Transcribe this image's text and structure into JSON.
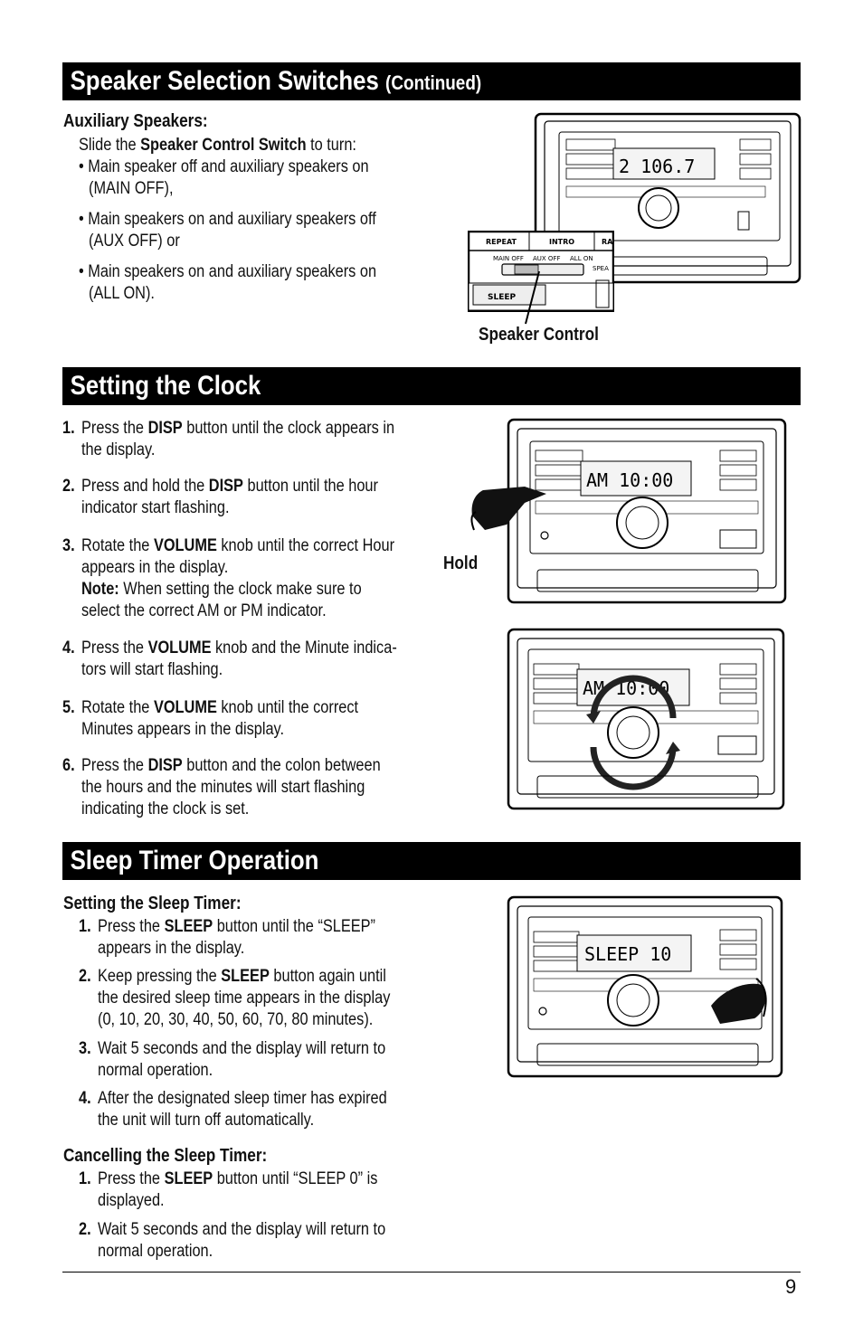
{
  "sections": {
    "speaker": {
      "title": "Speaker Selection Switches",
      "title_suffix": "(Continued)"
    },
    "clock": {
      "title": "Setting the Clock"
    },
    "sleep": {
      "title": "Sleep Timer Operation"
    }
  },
  "aux": {
    "heading": "Auxiliary Speakers:",
    "intro_pre": "Slide the ",
    "intro_bold": "Speaker Control Switch",
    "intro_post": " to turn:",
    "bullets": [
      [
        "• Main speaker off and auxiliary speakers on",
        "(MAIN OFF),"
      ],
      [
        "• Main speakers on and auxiliary speakers off",
        "(AUX OFF) or"
      ],
      [
        "• Main speakers on and auxiliary speakers on",
        "(ALL ON)."
      ]
    ],
    "callout": "Speaker Control",
    "inset": {
      "repeat": "REPEAT",
      "intro": "INTRO",
      "ra": "RA",
      "main_off": "MAIN OFF",
      "aux_off": "AUX OFF",
      "all_on": "ALL ON",
      "spea": "SPEA",
      "sleep": "SLEEP"
    }
  },
  "clock_steps": [
    {
      "num": "1.",
      "lines": [
        [
          "Press the ",
          "DISP",
          " button until the clock appears in"
        ],
        [
          "the display."
        ]
      ]
    },
    {
      "num": "2.",
      "lines": [
        [
          "Press and hold the ",
          "DISP",
          " button until the hour"
        ],
        [
          "indicator start flashing."
        ]
      ]
    },
    {
      "num": "3.",
      "lines": [
        [
          "Rotate the ",
          "VOLUME",
          " knob until the correct Hour"
        ],
        [
          "appears in the display."
        ],
        [
          "",
          "Note:",
          " When setting the clock make sure to"
        ],
        [
          "select the correct AM or PM indicator."
        ]
      ]
    },
    {
      "num": "4.",
      "lines": [
        [
          "Press the ",
          "VOLUME",
          " knob and the Minute indica-"
        ],
        [
          "tors will start flashing."
        ]
      ]
    },
    {
      "num": "5.",
      "lines": [
        [
          "Rotate the ",
          "VOLUME",
          " knob until the correct"
        ],
        [
          "Minutes appears in the display."
        ]
      ]
    },
    {
      "num": "6.",
      "lines": [
        [
          "Press the ",
          "DISP",
          " button and the colon between"
        ],
        [
          "the hours and the minutes will start flashing"
        ],
        [
          "indicating the clock is set."
        ]
      ]
    }
  ],
  "hold_label": "Hold",
  "sleep_set": {
    "heading": "Setting the Sleep Timer:",
    "steps": [
      {
        "num": "1.",
        "lines": [
          [
            "Press the ",
            "SLEEP",
            " button until the “SLEEP”"
          ],
          [
            "appears in the display."
          ]
        ]
      },
      {
        "num": "2.",
        "lines": [
          [
            "Keep pressing the ",
            "SLEEP",
            " button again until"
          ],
          [
            "the desired sleep time appears in the display"
          ],
          [
            "(0, 10, 20, 30, 40, 50, 60, 70, 80 minutes)."
          ]
        ]
      },
      {
        "num": "3.",
        "lines": [
          [
            "Wait 5 seconds and the display will return to"
          ],
          [
            "normal operation."
          ]
        ]
      },
      {
        "num": "4.",
        "lines": [
          [
            "After the designated sleep timer has expired"
          ],
          [
            "the unit will turn off automatically."
          ]
        ]
      }
    ]
  },
  "sleep_cancel": {
    "heading": "Cancelling the Sleep Timer:",
    "steps": [
      {
        "num": "1.",
        "lines": [
          [
            "Press the ",
            "SLEEP",
            " button until “SLEEP 0” is"
          ],
          [
            "displayed."
          ]
        ]
      },
      {
        "num": "2.",
        "lines": [
          [
            "Wait 5 seconds and the display will return to"
          ],
          [
            "normal operation."
          ]
        ]
      }
    ]
  },
  "radios": {
    "r1": {
      "lcd": "2   106.7"
    },
    "r2": {
      "lcd": "AM   10:00"
    },
    "r3": {
      "lcd": "AM   10:00"
    },
    "r4": {
      "lcd": "SLEEP  10"
    }
  },
  "page_number": "9"
}
